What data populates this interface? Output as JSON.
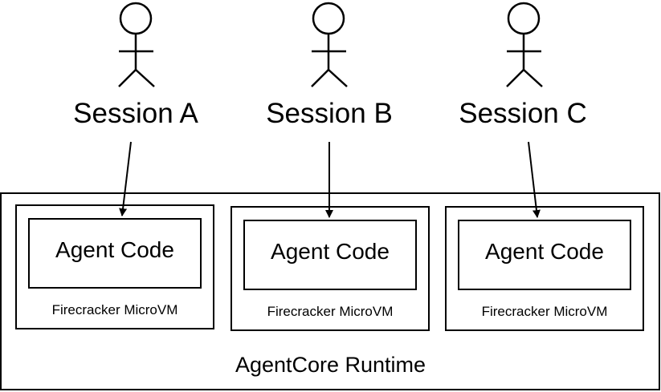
{
  "sessions": [
    {
      "label": "Session A"
    },
    {
      "label": "Session B"
    },
    {
      "label": "Session C"
    }
  ],
  "microvms": [
    {
      "code_label": "Agent Code",
      "vm_label": "Firecracker MicroVM"
    },
    {
      "code_label": "Agent Code",
      "vm_label": "Firecracker MicroVM"
    },
    {
      "code_label": "Agent Code",
      "vm_label": "Firecracker MicroVM"
    }
  ],
  "runtime": {
    "label": "AgentCore Runtime"
  }
}
